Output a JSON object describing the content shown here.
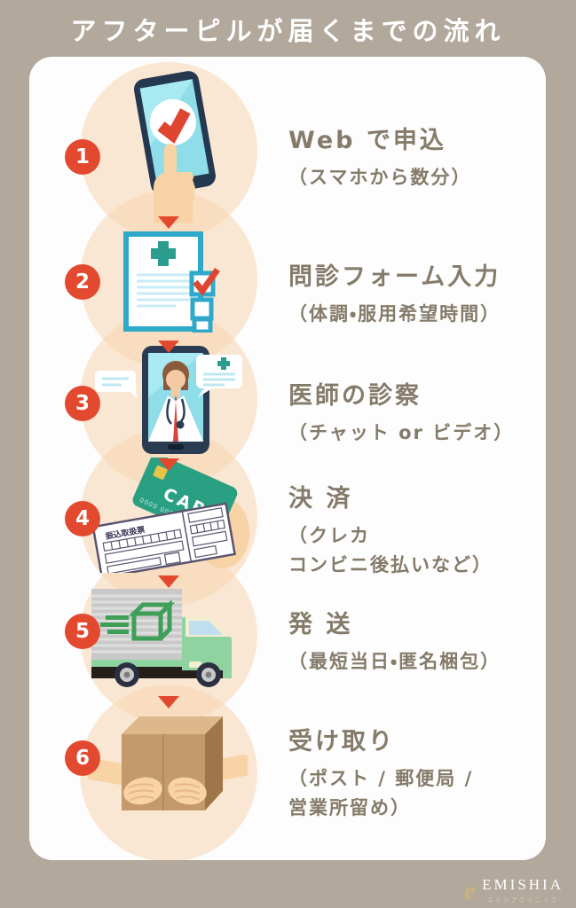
{
  "page": {
    "title": "アフターピルが届くまでの流れ",
    "background_color": "#b2a89b",
    "card_color": "#fdfdfd",
    "accent_red": "#e2492f",
    "text_color": "#857b6a",
    "circle_color": "#f7d5b0"
  },
  "steps": [
    {
      "number": "1",
      "title": "Web で申込",
      "subtitle": "（スマホから数分）",
      "icon": "smartphone-tap-check-icon"
    },
    {
      "number": "2",
      "title": "問診フォーム入力",
      "subtitle": "（体調・服用希望時間）",
      "icon": "medical-form-checklist-icon"
    },
    {
      "number": "3",
      "title": "医師の診察",
      "subtitle": "（チャット or ビデオ）",
      "icon": "doctor-video-call-icon"
    },
    {
      "number": "4",
      "title": "決 済",
      "subtitle": "（クレカ\nコンビニ後払いなど）",
      "icon": "credit-card-payment-icon"
    },
    {
      "number": "5",
      "title": "発 送",
      "subtitle": "（最短当日・匿名梱包）",
      "icon": "delivery-truck-icon"
    },
    {
      "number": "6",
      "title": "受け取り",
      "subtitle": "（ポスト / 郵便局 /\n営業所留め）",
      "icon": "package-receive-hands-icon"
    }
  ],
  "icon_text": {
    "card_label": "CARD",
    "slip_label": "振込取扱票"
  },
  "footer": {
    "brand": "EMISHIA",
    "brand_subtitle": "エミシアクリニック"
  }
}
